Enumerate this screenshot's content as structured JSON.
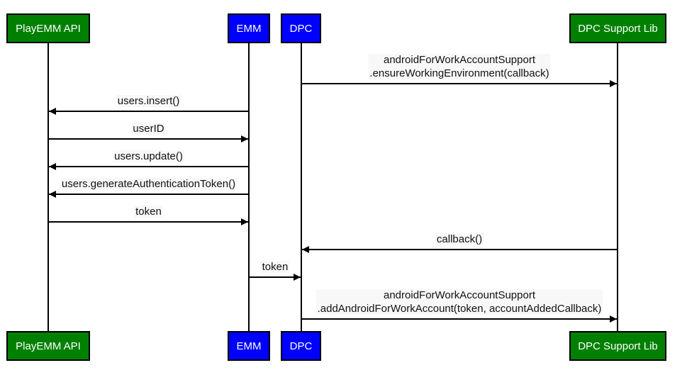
{
  "participants": [
    {
      "id": "playemm",
      "label": "PlayEMM API",
      "color": "#008000"
    },
    {
      "id": "emm",
      "label": "EMM",
      "color": "#0000ff"
    },
    {
      "id": "dpc",
      "label": "DPC",
      "color": "#0000ff"
    },
    {
      "id": "lib",
      "label": "DPC Support Lib",
      "color": "#008000"
    }
  ],
  "messages": [
    {
      "from": "dpc",
      "to": "lib",
      "lines": [
        "androidForWorkAccountSupport",
        ".ensureWorkingEnvironment(callback)"
      ]
    },
    {
      "from": "emm",
      "to": "playemm",
      "lines": [
        "users.insert()"
      ]
    },
    {
      "from": "playemm",
      "to": "emm",
      "lines": [
        "userID"
      ]
    },
    {
      "from": "emm",
      "to": "playemm",
      "lines": [
        "users.update()"
      ]
    },
    {
      "from": "emm",
      "to": "playemm",
      "lines": [
        "users.generateAuthenticationToken()"
      ]
    },
    {
      "from": "playemm",
      "to": "emm",
      "lines": [
        "token"
      ]
    },
    {
      "from": "lib",
      "to": "dpc",
      "lines": [
        "callback()"
      ]
    },
    {
      "from": "emm",
      "to": "dpc",
      "lines": [
        "token"
      ]
    },
    {
      "from": "dpc",
      "to": "lib",
      "lines": [
        "androidForWorkAccountSupport",
        ".addAndroidForWorkAccount(token, accountAddedCallback)"
      ]
    }
  ]
}
